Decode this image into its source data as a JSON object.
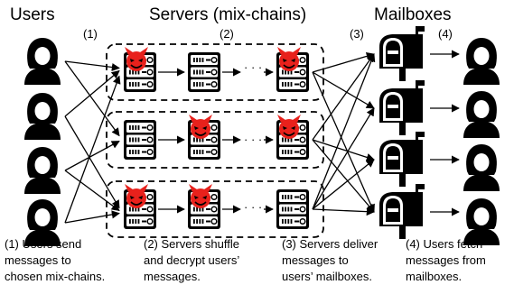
{
  "headers": {
    "users": "Users",
    "servers": "Servers (mix-chains)",
    "mailboxes": "Mailboxes"
  },
  "step_markers": [
    "(1)",
    "(2)",
    "(3)",
    "(4)"
  ],
  "ellipsis": "· · ·",
  "captions": [
    [
      "(1) Users send",
      "messages to",
      "chosen mix-chains."
    ],
    [
      "(2) Servers shuffle",
      "and decrypt users’",
      "messages."
    ],
    [
      "(3) Servers deliver",
      "messages to",
      "users’ mailboxes."
    ],
    [
      "(4) Users fetch",
      "messages from",
      "mailboxes."
    ]
  ],
  "chains": [
    {
      "malicious": [
        true,
        false,
        true
      ]
    },
    {
      "malicious": [
        false,
        true,
        true
      ]
    },
    {
      "malicious": [
        true,
        true,
        false
      ]
    }
  ],
  "senders_count": 4,
  "mailboxes_count": 4,
  "receivers_count": 4,
  "colors": {
    "malicious": "#e8211c",
    "ink": "#000000"
  }
}
